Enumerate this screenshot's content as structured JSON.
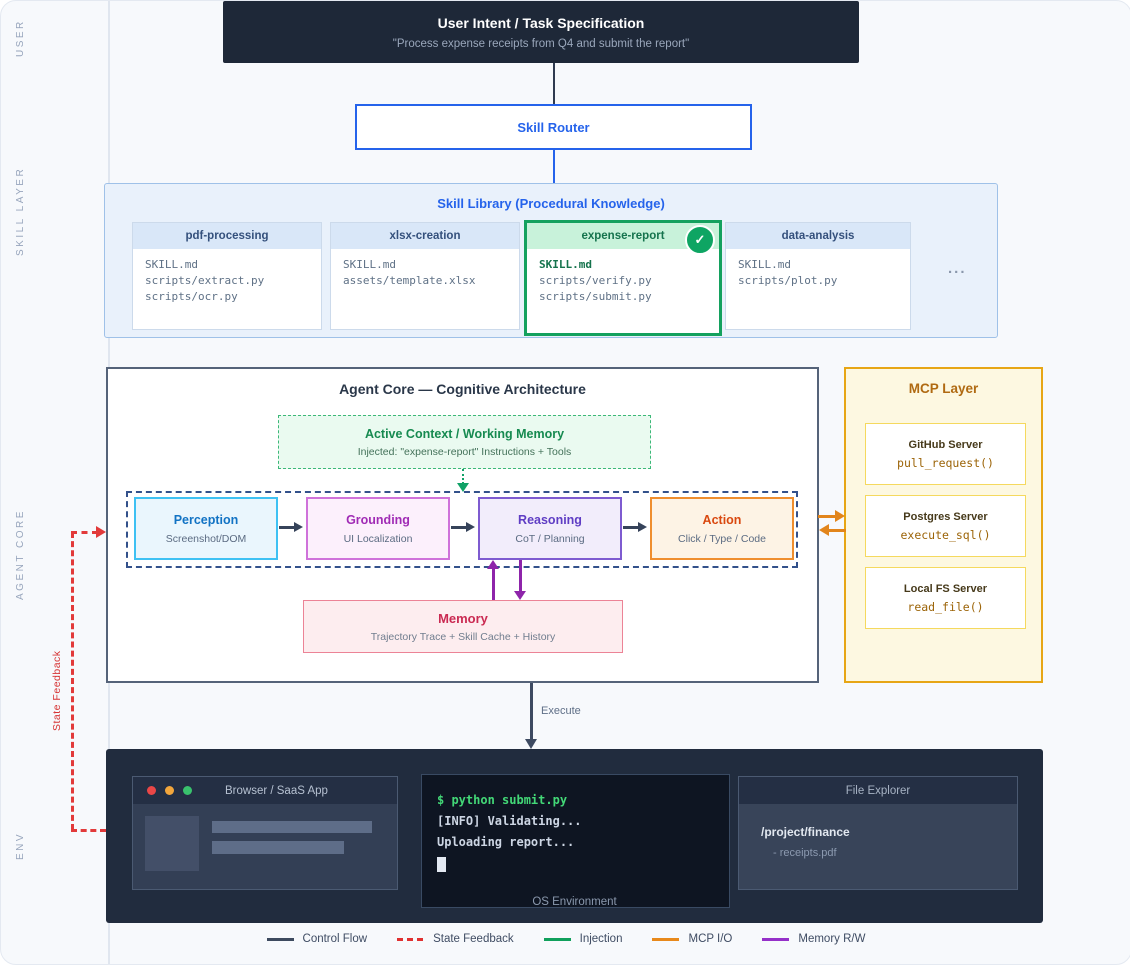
{
  "layer_labels": {
    "user": "USER",
    "skill": "SKILL LAYER",
    "agent": "AGENT CORE",
    "env": "ENV"
  },
  "user_intent": {
    "title": "User Intent / Task Specification",
    "subtitle": "\"Process expense receipts from Q4 and submit the report\""
  },
  "skill_router": {
    "label": "Skill Router"
  },
  "skill_library": {
    "title": "Skill Library (Procedural Knowledge)",
    "cards": [
      {
        "name": "pdf-processing",
        "files": [
          "SKILL.md",
          "scripts/extract.py",
          "scripts/ocr.py"
        ]
      },
      {
        "name": "xlsx-creation",
        "files": [
          "SKILL.md",
          "assets/template.xlsx"
        ]
      },
      {
        "name": "expense-report",
        "files": [
          "SKILL.md",
          "scripts/verify.py",
          "scripts/submit.py"
        ],
        "selected": true
      },
      {
        "name": "data-analysis",
        "files": [
          "SKILL.md",
          "scripts/plot.py"
        ]
      }
    ],
    "check_icon": "✓",
    "more": "..."
  },
  "agent_core": {
    "title": "Agent Core — Cognitive Architecture",
    "active_context": {
      "title": "Active Context / Working Memory",
      "subtitle": "Injected: \"expense-report\" Instructions + Tools"
    },
    "pipeline": [
      {
        "name": "Perception",
        "subtitle": "Screenshot/DOM"
      },
      {
        "name": "Grounding",
        "subtitle": "UI Localization"
      },
      {
        "name": "Reasoning",
        "subtitle": "CoT / Planning"
      },
      {
        "name": "Action",
        "subtitle": "Click / Type / Code"
      }
    ],
    "memory": {
      "title": "Memory",
      "subtitle": "Trajectory Trace + Skill Cache + History"
    }
  },
  "mcp": {
    "title": "MCP Layer",
    "servers": [
      {
        "name": "GitHub Server",
        "func": "pull_request()"
      },
      {
        "name": "Postgres Server",
        "func": "execute_sql()"
      },
      {
        "name": "Local FS Server",
        "func": "read_file()"
      }
    ]
  },
  "execute_label": "Execute",
  "state_feedback_label": "State Feedback",
  "environment": {
    "browser": {
      "title": "Browser / SaaS App"
    },
    "terminal": {
      "lines": [
        {
          "text": "$ python submit.py",
          "type": "cmd"
        },
        {
          "text": "[INFO] Validating...",
          "type": "out"
        },
        {
          "text": "Uploading report...",
          "type": "out"
        }
      ]
    },
    "file_explorer": {
      "title": "File Explorer",
      "path": "/project/finance",
      "file": "- receipts.pdf"
    },
    "caption": "OS Environment"
  },
  "legend": [
    {
      "label": "Control Flow",
      "color": "#3d4a5f",
      "style": "solid"
    },
    {
      "label": "State Feedback",
      "color": "#e03131",
      "style": "dashed"
    },
    {
      "label": "Injection",
      "color": "#10a05c",
      "style": "solid"
    },
    {
      "label": "MCP I/O",
      "color": "#e8891b",
      "style": "solid"
    },
    {
      "label": "Memory R/W",
      "color": "#9530c9",
      "style": "solid"
    }
  ],
  "colors": {
    "router_blue": "#2563eb",
    "selected_green": "#14a15e",
    "mcp_orange": "#e7a615",
    "memory_purple": "#8e24aa",
    "feedback_red": "#e23a3a",
    "control_dark": "#3d4a5f",
    "env_dark": "#212c3e"
  }
}
